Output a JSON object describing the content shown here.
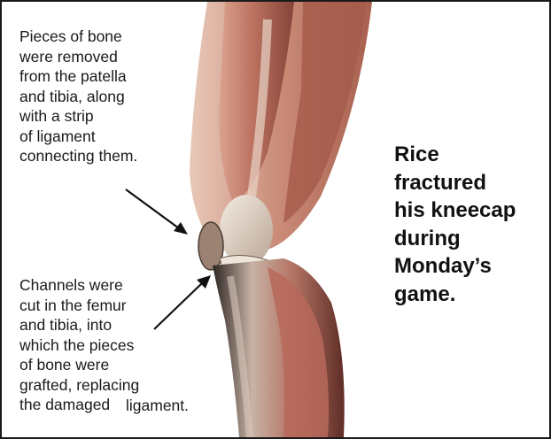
{
  "diagram": {
    "callout_top": "Pieces of bone\nwere removed\nfrom the patella\nand tibia, along\nwith a strip\nof ligament\nconnecting them.",
    "callout_bottom": "Channels were\ncut in the femur\nand tibia, into\nwhich the pieces\nof bone were\ngrafted, replacing\nthe damaged",
    "callout_bottom_tail": "ligament.",
    "headline": "Rice\nfractured\nhis kneecap\nduring\nMonday’s\ngame."
  },
  "colors": {
    "border": "#1a1a1a",
    "skin": "#d9b3a1",
    "muscle": "#c07a68",
    "muscle_dark": "#8f4b3e",
    "bone": "#e9ddd2",
    "text": "#1a1a1a"
  },
  "icons": [
    "arrow-icon"
  ]
}
